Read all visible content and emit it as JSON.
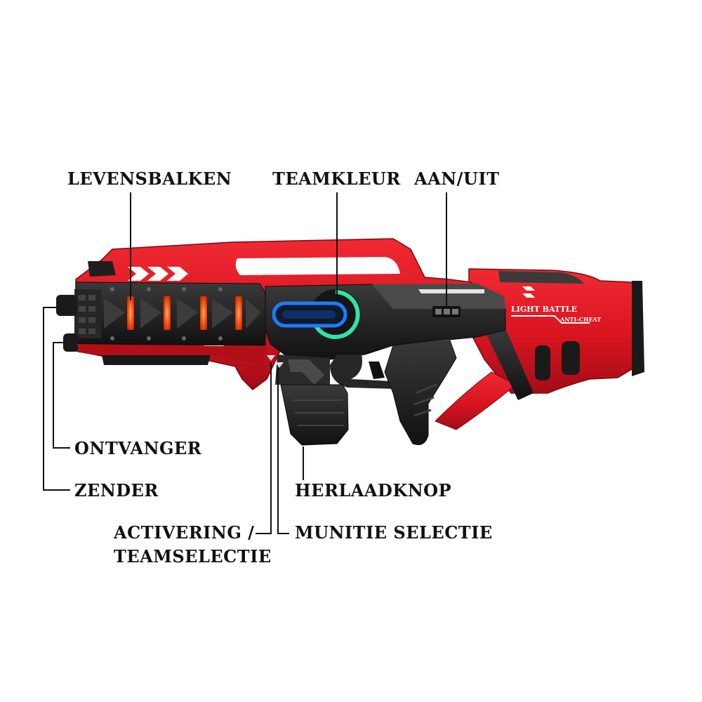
{
  "labels": {
    "levensbalken": "LEVENSBALKEN",
    "teamkleur": "TEAMKLEUR",
    "aan_uit": "AAN/UIT",
    "ontvanger": "ONTVANGER",
    "zender": "ZENDER",
    "herlaadknop": "HERLAADKNOP",
    "activering_line1": "ACTIVERING /",
    "activering_line2": "TEAMSELECTIE",
    "munitie_selectie": "MUNITIE SELECTIE"
  },
  "product": {
    "brand_text": "LIGHT BATTLE",
    "sub_text": "ANTI-CHEAT"
  },
  "colors": {
    "body_red": "#d8141f",
    "body_dark_red": "#9c0c14",
    "grip_black": "#1c1c1c",
    "panel_dark": "#2b2b2b",
    "life_bar_orange": "#ff5a1a",
    "team_ring_green": "#2fe5a0",
    "team_ring_blue": "#1e7bff",
    "leader_line": "#111111"
  },
  "icons": [
    "laser-tag-gun-illustration"
  ]
}
